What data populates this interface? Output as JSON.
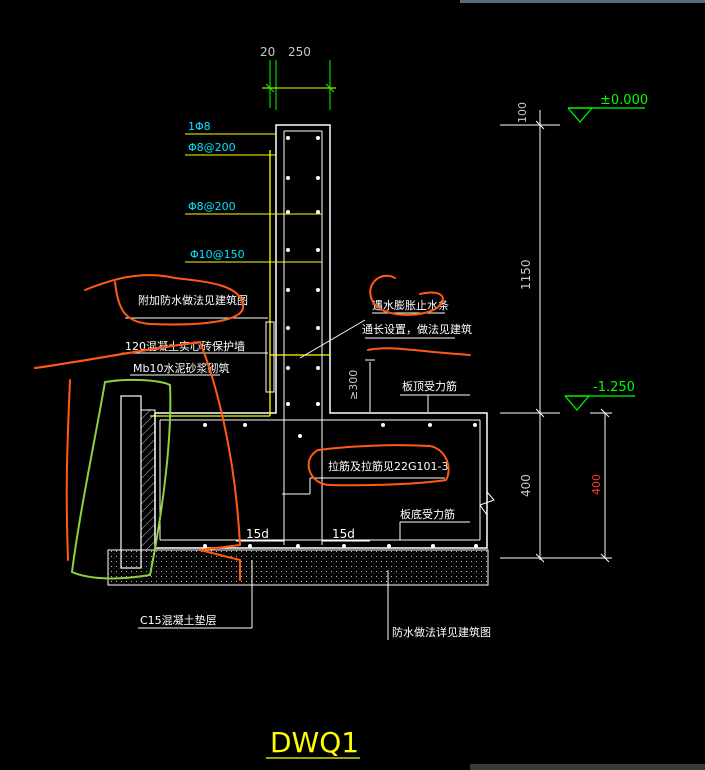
{
  "drawing": {
    "title": "DWQ1",
    "dims_top": {
      "d1": "20",
      "d2": "250"
    },
    "rebar_labels": [
      "1Φ8",
      "Φ8@200",
      "Φ8@200",
      "Φ10@150"
    ],
    "notes": {
      "waterproof_add": "附加防水做法见建筑图",
      "brick_wall": "120混凝土实心砖保护墙",
      "mortar": "Mb10水泥砂浆砌筑",
      "waterstop": "遇水膨胀止水条",
      "waterstop_sub": "通长设置，做法见建筑",
      "slab_top": "板顶受力筋",
      "tie_bar": "拉筋及拉筋见22G101-3",
      "slab_bottom": "板底受力筋",
      "c15": "C15混凝土垫层",
      "waterproof_detail": "防水做法详见建筑图"
    },
    "dims_side": {
      "d100": "100",
      "d1150": "1150",
      "d400": "400",
      "d400_red": "400",
      "d300": "≥300"
    },
    "anchor_left": "15d",
    "anchor_right": "15d",
    "elevations": {
      "top": "±0.000",
      "bottom": "-1.250"
    }
  },
  "colors": {
    "bg": "#000000",
    "wall": "#ffffff",
    "dim": "#c8c8c8",
    "rebar_text": "#00e5ff",
    "elev": "#00ff00",
    "yellow": "#ffff00",
    "orange": "#ff5a14",
    "green": "#8cd23c",
    "red_dim": "#ff3c28"
  }
}
